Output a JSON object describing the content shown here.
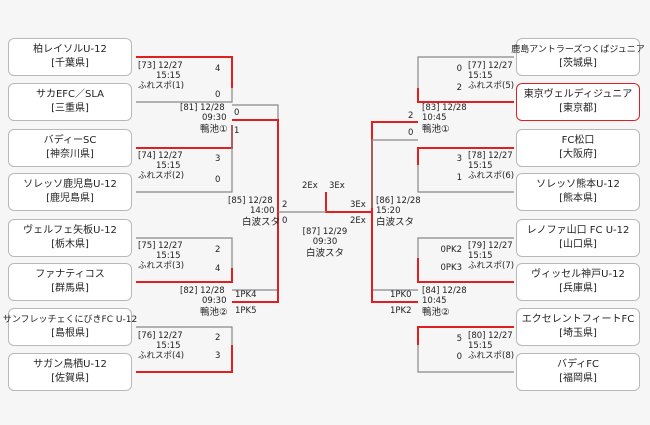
{
  "teams": [
    {
      "name": "柏レイソルU-12",
      "pref": "[千葉県]"
    },
    {
      "name": "サカEFC／SLA",
      "pref": "[三重県]"
    },
    {
      "name": "バディーSC",
      "pref": "[神奈川県]"
    },
    {
      "name": "ソレッソ鹿児島U-12",
      "pref": "[鹿児島県]"
    },
    {
      "name": "ヴェルフェ矢板U-12",
      "pref": "[栃木県]"
    },
    {
      "name": "ファナティコス",
      "pref": "[群馬県]"
    },
    {
      "name": "サンフレッチェくにびきFC U-12",
      "pref": "[島根県]"
    },
    {
      "name": "サガン鳥栖U-12",
      "pref": "[佐賀県]"
    },
    {
      "name": "鹿島アントラーズつくばジュニア",
      "pref": "[茨城県]"
    },
    {
      "name": "東京ヴェルディジュニア",
      "pref": "[東京都]"
    },
    {
      "name": "FC松口",
      "pref": "[大阪府]"
    },
    {
      "name": "ソレッソ熊本U-12",
      "pref": "[熊本県]"
    },
    {
      "name": "レノファ山口 FC U-12",
      "pref": "[山口県]"
    },
    {
      "name": "ヴィッセル神戸U-12",
      "pref": "[兵庫県]"
    },
    {
      "name": "エクセレントフィートFC",
      "pref": "[埼玉県]"
    },
    {
      "name": "バディFC",
      "pref": "[福岡県]"
    }
  ],
  "matches": {
    "m73": {
      "no": "[73] 12/27",
      "time": "15:15",
      "venue": "ふれスポ(1)"
    },
    "m74": {
      "no": "[74] 12/27",
      "time": "15:15",
      "venue": "ふれスポ(2)"
    },
    "m75": {
      "no": "[75] 12/27",
      "time": "15:15",
      "venue": "ふれスポ(3)"
    },
    "m76": {
      "no": "[76] 12/27",
      "time": "15:15",
      "venue": "ふれスポ(4)"
    },
    "m77": {
      "no": "[77] 12/27",
      "time": "15:15",
      "venue": "ふれスポ(5)"
    },
    "m78": {
      "no": "[78] 12/27",
      "time": "15:15",
      "venue": "ふれスポ(6)"
    },
    "m79": {
      "no": "[79] 12/27",
      "time": "15:15",
      "venue": "ふれスポ(7)"
    },
    "m80": {
      "no": "[80] 12/27",
      "time": "15:15",
      "venue": "ふれスポ(8)"
    },
    "m81": {
      "no": "[81] 12/28",
      "time": "09:30",
      "venue": "鴨池①"
    },
    "m82": {
      "no": "[82] 12/28",
      "time": "09:30",
      "venue": "鴨池②"
    },
    "m83": {
      "no": "[83] 12/28",
      "time": "10:45",
      "venue": "鴨池①"
    },
    "m84": {
      "no": "[84] 12/28",
      "time": "10:45",
      "venue": "鴨池②"
    },
    "m85": {
      "no": "[85] 12/28",
      "time": "14:00",
      "venue": "白波スタ"
    },
    "m86": {
      "no": "[86] 12/28",
      "time": "15:20",
      "venue": "白波スタ"
    },
    "m87": {
      "no": "[87] 12/29",
      "time": "09:30",
      "venue": "白波スタ"
    }
  },
  "scores": {
    "s73a": "4",
    "s73b": "0",
    "s74a": "3",
    "s74b": "0",
    "s75a": "2",
    "s75b": "4",
    "s76a": "2",
    "s76b": "3",
    "s77a": "0",
    "s77b": "2",
    "s78a": "3",
    "s78b": "1",
    "s79a": "0PK2",
    "s79b": "0PK3",
    "s80a": "5",
    "s80b": "0",
    "s81a": "0",
    "s81b": "1",
    "s82a": "1PK4",
    "s82b": "1PK5",
    "s83a": "2",
    "s83b": "0",
    "s84a": "1PK0",
    "s84b": "1PK2",
    "s85a": "2",
    "s85b": "0",
    "s86a": "3Ex",
    "s86b": "2Ex",
    "s87a": "2Ex",
    "s87b": "3Ex"
  },
  "colors": {
    "win": "#e02020",
    "line": "#888888",
    "champion_border": "#e02020"
  }
}
